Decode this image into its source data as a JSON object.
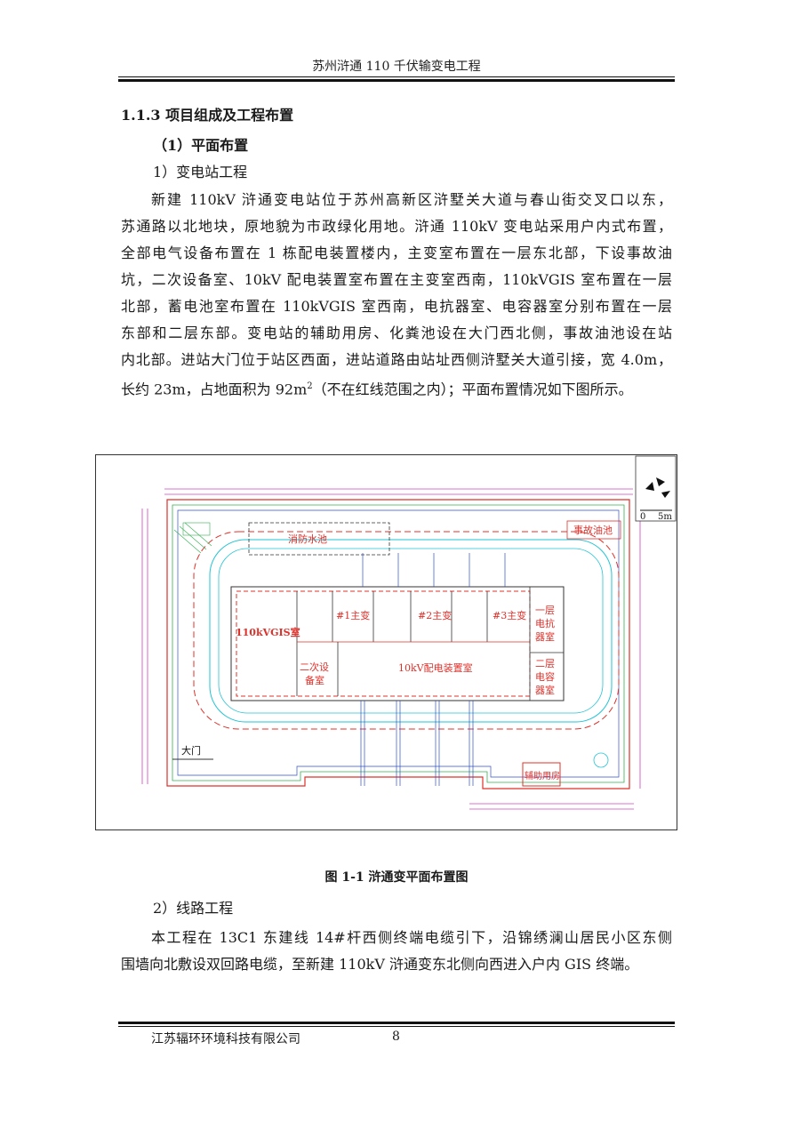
{
  "header": {
    "title": "苏州浒通 110 千伏输变电工程"
  },
  "section": {
    "heading": "1.1.3 项目组成及工程布置",
    "sub_heading": "（1）平面布置",
    "item1": "1）变电站工程",
    "para1_lines": [
      "新建 110kV 浒通变电站位于苏州高新区浒墅关大道与春山街交叉口以东，",
      "苏通路以北地块，原地貌为市政绿化用地。浒通 110kV 变电站采用户内式布置，",
      "全部电气设备布置在 1 栋配电装置楼内，主变室布置在一层东北部，下设事故油",
      "坑，二次设备室、10kV 配电装置室布置在主变室西南，110kVGIS 室布置在一层",
      "北部，蓄电池室布置在 110kVGIS 室西南，电抗器室、电容器室分别布置在一层",
      "东部和二层东部。变电站的辅助用房、化粪池设在大门西北侧，事故油池设在站",
      "内北部。进站大门位于站区西面，进站道路由站址西侧浒墅关大道引接，宽 4.0m，"
    ],
    "para1_last_a": "长约 23m，占地面积为 92m",
    "para1_last_sup": "2",
    "para1_last_b": "（不在红线范围之内）；平面布置情况如下图所示。",
    "item2": "2）线路工程",
    "para2_lines": [
      "本工程在 13C1 东建线 14#杆西侧终端电缆引下，沿锦绣澜山居民小区东侧",
      "围墙向北敷设双回路电缆，至新建 110kV 浒通变东北侧向西进入户内 GIS 终端。"
    ]
  },
  "figure": {
    "caption": "图 1-1  浒通变平面布置图",
    "labels": {
      "fire_pool": "消防水池",
      "oil_pool": "事故油池",
      "gis_room": "110kVGIS室",
      "t1": "#1主变",
      "t2": "#2主变",
      "t3": "#3主变",
      "reactor_1": "一层",
      "reactor_2": "电抗",
      "reactor_3": "器室",
      "cap_1": "二层",
      "cap_2": "电容",
      "cap_3": "器室",
      "secondary_1": "二次设",
      "secondary_2": "备室",
      "switchgear": "10kV配电装置室",
      "gate": "大门",
      "aux": "辅助用房",
      "scale_0": "0",
      "scale_5": "5m"
    },
    "colors": {
      "red": "#e0302a",
      "cyan": "#22c4d6",
      "green": "#32b050",
      "blue": "#3050d0",
      "magenta": "#d040c0",
      "orange": "#e8a020"
    }
  },
  "footer": {
    "company": "江苏辐环环境科技有限公司",
    "page": "8"
  }
}
